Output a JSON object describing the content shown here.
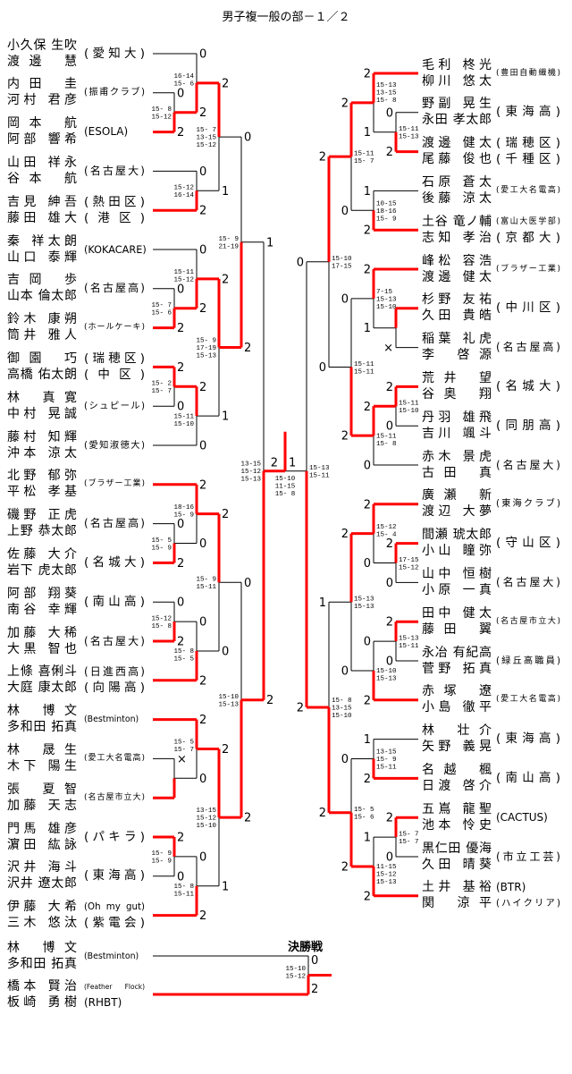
{
  "title": "男子複一般の部－１／２",
  "colors": {
    "winner_line": "#ff0000",
    "line": "#000000"
  },
  "left": {
    "entries": [
      {
        "names": [
          "小久保 生吹",
          "渡邊 慧"
        ],
        "aff": [
          "(愛知大)"
        ]
      },
      {
        "names": [
          "内田 圭",
          "河村 君彦"
        ],
        "aff": [
          "(振甫クラブ)"
        ]
      },
      {
        "names": [
          "岡本 航",
          "阿部 響希"
        ],
        "aff": [
          "(ESOLA)"
        ]
      },
      {
        "names": [
          "山田 祥永",
          "谷本 航"
        ],
        "aff": [
          "(名古屋大)"
        ]
      },
      {
        "names": [
          "吉見 紳吾",
          "藤田 雄大"
        ],
        "aff": [
          "(熱田区)",
          "(港区)"
        ]
      },
      {
        "names": [
          "秦 祥太朗",
          "山口 泰輝"
        ],
        "aff": [
          "(KOKACARE)"
        ]
      },
      {
        "names": [
          "吉岡 歩",
          "山本 倫太郎"
        ],
        "aff": [
          "(名古屋高)"
        ]
      },
      {
        "names": [
          "鈴木 康朔",
          "筒井 雅人"
        ],
        "aff": [
          "(ホールケーキ)"
        ]
      },
      {
        "names": [
          "御園 巧",
          "高橋 佑太朗"
        ],
        "aff": [
          "(瑞穂区)",
          "(中区)"
        ]
      },
      {
        "names": [
          "林 真寛",
          "中村 晃誠"
        ],
        "aff": [
          "(シュピール)"
        ]
      },
      {
        "names": [
          "藤村 知輝",
          "沖本 涼太"
        ],
        "aff": [
          "(愛知淑徳大)"
        ]
      },
      {
        "names": [
          "北野 郁弥",
          "平松 孝基"
        ],
        "aff": [
          "(ブラザー工業)"
        ]
      },
      {
        "names": [
          "磯野 正虎",
          "上野 恭太郎"
        ],
        "aff": [
          "(名古屋高)"
        ]
      },
      {
        "names": [
          "佐藤 大介",
          "岩下 虎太郎"
        ],
        "aff": [
          "(名城大)"
        ]
      },
      {
        "names": [
          "阿部 翔葵",
          "南谷 幸輝"
        ],
        "aff": [
          "(南山高)"
        ]
      },
      {
        "names": [
          "加藤 大稀",
          "大黒 智也"
        ],
        "aff": [
          "(名古屋大)"
        ]
      },
      {
        "names": [
          "上條 喜俐斗",
          "大庭 康太郎"
        ],
        "aff": [
          "(日進西高)",
          "(向陽高)"
        ]
      },
      {
        "names": [
          "林 博文",
          "多和田 拓真"
        ],
        "aff": [
          "(Bestminton)"
        ]
      },
      {
        "names": [
          "林 晟生",
          "木下 陽生"
        ],
        "aff": [
          "(愛工大名電高)"
        ]
      },
      {
        "names": [
          "張 夏智",
          "加藤 天志"
        ],
        "aff": [
          "(名古屋市立大)"
        ]
      },
      {
        "names": [
          "門馬 雄彦",
          "濵田 紘詠"
        ],
        "aff": [
          "(パキラ)"
        ]
      },
      {
        "names": [
          "沢井 海斗",
          "沢井 遼太郎"
        ],
        "aff": [
          "(東海高)"
        ]
      },
      {
        "names": [
          "伊藤 大希",
          "三木 悠汰"
        ],
        "aff": [
          "(Oh my gut)",
          "(紫電会)"
        ]
      }
    ],
    "matches": [
      {
        "id": "A",
        "round": 1,
        "a": 1,
        "b": 2,
        "sa": "0",
        "sb": "2",
        "w": "b",
        "scores": [
          "15- 8",
          "15-12"
        ]
      },
      {
        "id": "B",
        "round": 2,
        "a": 0,
        "b": "A",
        "sa": "0",
        "sb": "2",
        "w": "b",
        "scores": [
          "16-14",
          "15- 6"
        ]
      },
      {
        "id": "C",
        "round": 2,
        "a": 3,
        "b": 4,
        "sa": "0",
        "sb": "2",
        "w": "b",
        "scores": [
          "15-12",
          "16-14"
        ]
      },
      {
        "id": "D",
        "round": 3,
        "a": "B",
        "b": "C",
        "sa": "2",
        "sb": "1",
        "w": "a",
        "scores": [
          "15- 7",
          "13-15",
          "15-12"
        ]
      },
      {
        "id": "E",
        "round": 1,
        "a": 6,
        "b": 7,
        "sa": "0",
        "sb": "2",
        "w": "b",
        "scores": [
          "15- 7",
          "15- 6"
        ]
      },
      {
        "id": "F",
        "round": 2,
        "a": 5,
        "b": "E",
        "sa": "0",
        "sb": "2",
        "w": "b",
        "scores": [
          "15-11",
          "15-12"
        ]
      },
      {
        "id": "G",
        "round": 1,
        "a": 8,
        "b": 9,
        "sa": "2",
        "sb": "0",
        "w": "a",
        "scores": [
          "15- 2",
          "15- 7"
        ]
      },
      {
        "id": "H",
        "round": 2,
        "a": "G",
        "b": 10,
        "sa": "2",
        "sb": "0",
        "w": "a",
        "scores": [
          "15-11",
          "15-10"
        ]
      },
      {
        "id": "I",
        "round": 3,
        "a": "F",
        "b": "H",
        "sa": "2",
        "sb": "1",
        "w": "a",
        "scores": [
          "15- 9",
          "17-19",
          "15-13"
        ]
      },
      {
        "id": "J",
        "round": 4,
        "a": "D",
        "b": "I",
        "sa": "0",
        "sb": "2",
        "w": "b",
        "scores": [
          "15- 9",
          "21-19"
        ]
      },
      {
        "id": "K",
        "round": 1,
        "a": 12,
        "b": 13,
        "sa": "0",
        "sb": "2",
        "w": "b",
        "scores": [
          "15- 5",
          "15- 9"
        ]
      },
      {
        "id": "L",
        "round": 2,
        "a": 11,
        "b": "K",
        "sa": "2",
        "sb": "0",
        "w": "a",
        "scores": [
          "18-16",
          "15- 9"
        ]
      },
      {
        "id": "M",
        "round": 1,
        "a": 14,
        "b": 15,
        "sa": "0",
        "sb": "2",
        "w": "b",
        "scores": [
          "15-12",
          "15- 8"
        ]
      },
      {
        "id": "N",
        "round": 2,
        "a": "M",
        "b": 16,
        "sa": "0",
        "sb": "2",
        "w": "b",
        "scores": [
          "15- 8",
          "15- 5"
        ]
      },
      {
        "id": "O",
        "round": 3,
        "a": "L",
        "b": "N",
        "sa": "2",
        "sb": "0",
        "w": "a",
        "scores": [
          "15- 9",
          "15-11"
        ]
      },
      {
        "id": "Q",
        "round": 1,
        "a": 18,
        "b": 19,
        "sa": "×",
        "sb": "",
        "w": "b",
        "scores": []
      },
      {
        "id": "R",
        "round": 2,
        "a": 17,
        "b": "Q",
        "sa": "2",
        "sb": "0",
        "w": "a",
        "scores": [
          "15- 5",
          "15- 7"
        ]
      },
      {
        "id": "S",
        "round": 1,
        "a": 20,
        "b": 21,
        "sa": "2",
        "sb": "0",
        "w": "a",
        "scores": [
          "15- 9",
          "15- 9"
        ]
      },
      {
        "id": "T",
        "round": 2,
        "a": "S",
        "b": 22,
        "sa": "0",
        "sb": "2",
        "w": "b",
        "scores": [
          "15- 8",
          "15-11"
        ]
      },
      {
        "id": "U",
        "round": 3,
        "a": "R",
        "b": "T",
        "sa": "2",
        "sb": "1",
        "w": "a",
        "scores": [
          "13-15",
          "15-12",
          "15-10"
        ]
      },
      {
        "id": "P",
        "round": 4,
        "a": "O",
        "b": "U",
        "sa": "0",
        "sb": "2",
        "w": "b",
        "scores": [
          "15-10",
          "15-13"
        ]
      },
      {
        "id": "V",
        "round": 5,
        "a": "J",
        "b": "P",
        "sa": "1",
        "sb": "2",
        "w": "b",
        "scores": [
          "13-15",
          "15-12",
          "15-13"
        ]
      }
    ]
  },
  "right": {
    "entries": [
      {
        "names": [
          "毛利 柊光",
          "柳川 悠太"
        ],
        "aff": [
          "(豊田自動織機)"
        ]
      },
      {
        "names": [
          "野副 晃生",
          "永田 孝太郎"
        ],
        "aff": [
          "(東海高)"
        ]
      },
      {
        "names": [
          "渡邊 健太",
          "尾藤 俊也"
        ],
        "aff": [
          "(瑞穂区)",
          "(千種区)"
        ]
      },
      {
        "names": [
          "石原 蒼太",
          "後藤 涼太"
        ],
        "aff": [
          "(愛工大名電高)"
        ]
      },
      {
        "names": [
          "土谷 竜ノ輔",
          "志知 孝治"
        ],
        "aff": [
          "(富山大医学部)",
          "(京都大)"
        ]
      },
      {
        "names": [
          "峰松 容浩",
          "渡邊 健太"
        ],
        "aff": [
          "(ブラザー工業)"
        ]
      },
      {
        "names": [
          "杉野 友祐",
          "久田 貴皓"
        ],
        "aff": [
          "(中川区)"
        ]
      },
      {
        "names": [
          "稲葉 礼虎",
          "李 啓源"
        ],
        "aff": [
          "(名古屋高)"
        ]
      },
      {
        "names": [
          "荒井 望",
          "谷奥 翔"
        ],
        "aff": [
          "(名城大)"
        ]
      },
      {
        "names": [
          "丹羽 雄飛",
          "吉川 颯斗"
        ],
        "aff": [
          "(同朋高)"
        ]
      },
      {
        "names": [
          "赤木 景虎",
          "古田 真"
        ],
        "aff": [
          "(名古屋大)"
        ]
      },
      {
        "names": [
          "廣瀬 新",
          "渡辺 大夢"
        ],
        "aff": [
          "(東海クラブ)"
        ]
      },
      {
        "names": [
          "間瀬 琥太郎",
          "小山 瞳弥"
        ],
        "aff": [
          "(守山区)"
        ]
      },
      {
        "names": [
          "山中 恒樹",
          "小原 一真"
        ],
        "aff": [
          "(名古屋大)"
        ]
      },
      {
        "names": [
          "田中 健太",
          "藤田 翼"
        ],
        "aff": [
          "(名古屋市立大)"
        ]
      },
      {
        "names": [
          "永冶 有紀高",
          "菅野 拓真"
        ],
        "aff": [
          "(緑丘高職員)"
        ]
      },
      {
        "names": [
          "赤塚 遼",
          "小島 徹平"
        ],
        "aff": [
          "(愛工大名電高)"
        ]
      },
      {
        "names": [
          "林 壮介",
          "矢野 義晃"
        ],
        "aff": [
          "(東海高)"
        ]
      },
      {
        "names": [
          "名越 楓",
          "日渡 啓介"
        ],
        "aff": [
          "(南山高)"
        ]
      },
      {
        "names": [
          "五嶌 龍聖",
          "池本 怜史"
        ],
        "aff": [
          "(CACTUS)"
        ]
      },
      {
        "names": [
          "黒仁田 優海",
          "久田 晴葵"
        ],
        "aff": [
          "(市立工芸)"
        ]
      },
      {
        "names": [
          "土井 基裕",
          "関 涼平"
        ],
        "aff": [
          "(BTR)",
          "(ハイクリア)"
        ]
      }
    ],
    "matches": [
      {
        "id": "a",
        "round": 1,
        "a": 1,
        "b": 2,
        "sa": "0",
        "sb": "2",
        "w": "b",
        "scores": [
          "15-11",
          "15-13"
        ]
      },
      {
        "id": "b",
        "round": 2,
        "a": 0,
        "b": "a",
        "sa": "2",
        "sb": "1",
        "w": "a",
        "scores": [
          "15-13",
          "13-15",
          "15- 8"
        ]
      },
      {
        "id": "c",
        "round": 2,
        "a": 3,
        "b": 4,
        "sa": "1",
        "sb": "2",
        "w": "b",
        "scores": [
          "10-15",
          "18-16",
          "15- 9"
        ]
      },
      {
        "id": "d",
        "round": 3,
        "a": "b",
        "b": "c",
        "sa": "2",
        "sb": "0",
        "w": "a",
        "scores": [
          "15-11",
          "15- 7"
        ]
      },
      {
        "id": "e",
        "round": 1,
        "a": 6,
        "b": 7,
        "sa": "",
        "sb": "×",
        "w": "a",
        "scores": []
      },
      {
        "id": "f",
        "round": 2,
        "a": 5,
        "b": "e",
        "sa": "2",
        "sb": "1",
        "w": "a",
        "scores": [
          "7-15",
          "15-13",
          "15-10"
        ]
      },
      {
        "id": "g",
        "round": 1,
        "a": 8,
        "b": 9,
        "sa": "2",
        "sb": "0",
        "w": "a",
        "scores": [
          "15-11",
          "15-10"
        ]
      },
      {
        "id": "h",
        "round": 2,
        "a": "g",
        "b": 10,
        "sa": "2",
        "sb": "0",
        "w": "a",
        "scores": [
          "15-11",
          "15- 8"
        ]
      },
      {
        "id": "i",
        "round": 3,
        "a": "f",
        "b": "h",
        "sa": "0",
        "sb": "2",
        "w": "b",
        "scores": [
          "15-11",
          "15-11"
        ]
      },
      {
        "id": "j",
        "round": 4,
        "a": "d",
        "b": "i",
        "sa": "2",
        "sb": "0",
        "w": "a",
        "scores": [
          "15-10",
          "17-15"
        ]
      },
      {
        "id": "k",
        "round": 1,
        "a": 12,
        "b": 13,
        "sa": "2",
        "sb": "0",
        "w": "a",
        "scores": [
          "17-15",
          "15-12"
        ]
      },
      {
        "id": "l",
        "round": 2,
        "a": 11,
        "b": "k",
        "sa": "2",
        "sb": "0",
        "w": "a",
        "scores": [
          "15-12",
          "15- 4"
        ]
      },
      {
        "id": "m",
        "round": 1,
        "a": 14,
        "b": 15,
        "sa": "2",
        "sb": "0",
        "w": "a",
        "scores": [
          "15-13",
          "15-11"
        ]
      },
      {
        "id": "n",
        "round": 2,
        "a": "m",
        "b": 16,
        "sa": "0",
        "sb": "2",
        "w": "b",
        "scores": [
          "15-10",
          "15-13"
        ]
      },
      {
        "id": "o",
        "round": 3,
        "a": "l",
        "b": "n",
        "sa": "2",
        "sb": "0",
        "w": "a",
        "scores": [
          "15-13",
          "15-13"
        ]
      },
      {
        "id": "p",
        "round": 2,
        "a": 17,
        "b": 18,
        "sa": "1",
        "sb": "2",
        "w": "b",
        "scores": [
          "13-15",
          "15- 9",
          "15-11"
        ]
      },
      {
        "id": "q",
        "round": 1,
        "a": 19,
        "b": 20,
        "sa": "2",
        "sb": "0",
        "w": "a",
        "scores": [
          "15- 7",
          "15- 7"
        ]
      },
      {
        "id": "r",
        "round": 2,
        "a": "q",
        "b": 21,
        "sa": "1",
        "sb": "2",
        "w": "b",
        "scores": [
          "11-15",
          "15-12",
          "15-13"
        ]
      },
      {
        "id": "s",
        "round": 3,
        "a": "p",
        "b": "r",
        "sa": "0",
        "sb": "2",
        "w": "b",
        "scores": [
          "15- 5",
          "15- 6"
        ]
      },
      {
        "id": "t",
        "round": 4,
        "a": "o",
        "b": "s",
        "sa": "1",
        "sb": "2",
        "w": "b",
        "scores": [
          "15- 8",
          "13-15",
          "15-10"
        ]
      },
      {
        "id": "W",
        "round": 5,
        "a": "j",
        "b": "t",
        "sa": "0",
        "sb": "2",
        "w": "b",
        "scores": [
          "15-13",
          "15-11"
        ]
      }
    ]
  },
  "center_final": {
    "sa": "2",
    "sb": "1",
    "w": "a",
    "scores": [
      "15-10",
      "11-15",
      "15- 8"
    ]
  },
  "final": {
    "label": "決勝戦",
    "entries": [
      {
        "names": [
          "林 博文",
          "多和田 拓真"
        ],
        "aff": [
          "(Bestminton)"
        ]
      },
      {
        "names": [
          "橋本 賢治",
          "板崎 勇樹"
        ],
        "aff": [
          "(Feather Flock)",
          "(RHBT)"
        ]
      }
    ],
    "sa": "0",
    "sb": "2",
    "w": "b",
    "scores": [
      "15-10",
      "15-12"
    ]
  }
}
